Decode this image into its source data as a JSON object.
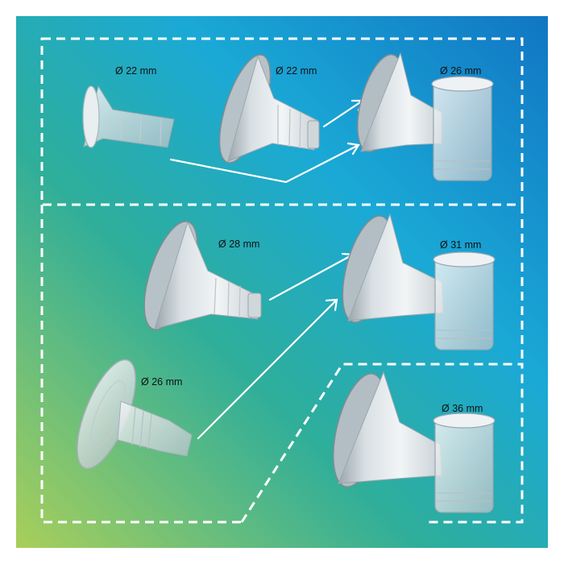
{
  "colors": {
    "gradient_top_right": "#1176c4",
    "gradient_top_left": "#1aa9d6",
    "gradient_middle": "#2fae9a",
    "gradient_bottom_left": "#a9cf5a",
    "frame_dash": "#ffffff",
    "arrow": "#ffffff",
    "part_body": "#e6ebee",
    "part_shade": "#a8b3ba",
    "label_text": "#111111"
  },
  "labels": {
    "insert_22": "Ø 22 mm",
    "shield_22": "Ø 22 mm",
    "shield_26_top": "Ø 26 mm",
    "shield_28": "Ø 28 mm",
    "shield_31": "Ø 31 mm",
    "insert_26": "Ø 26 mm",
    "shield_36": "Ø 36 mm"
  },
  "icons": {
    "insert_22": "breast-shield-insert-icon",
    "shield_22": "breast-shield-funnel-icon",
    "shield_26": "breast-shield-connector-icon",
    "shield_28": "breast-shield-funnel-icon",
    "shield_31": "breast-shield-connector-icon",
    "insert_26": "transparent-insert-icon",
    "shield_36": "breast-shield-connector-icon"
  }
}
